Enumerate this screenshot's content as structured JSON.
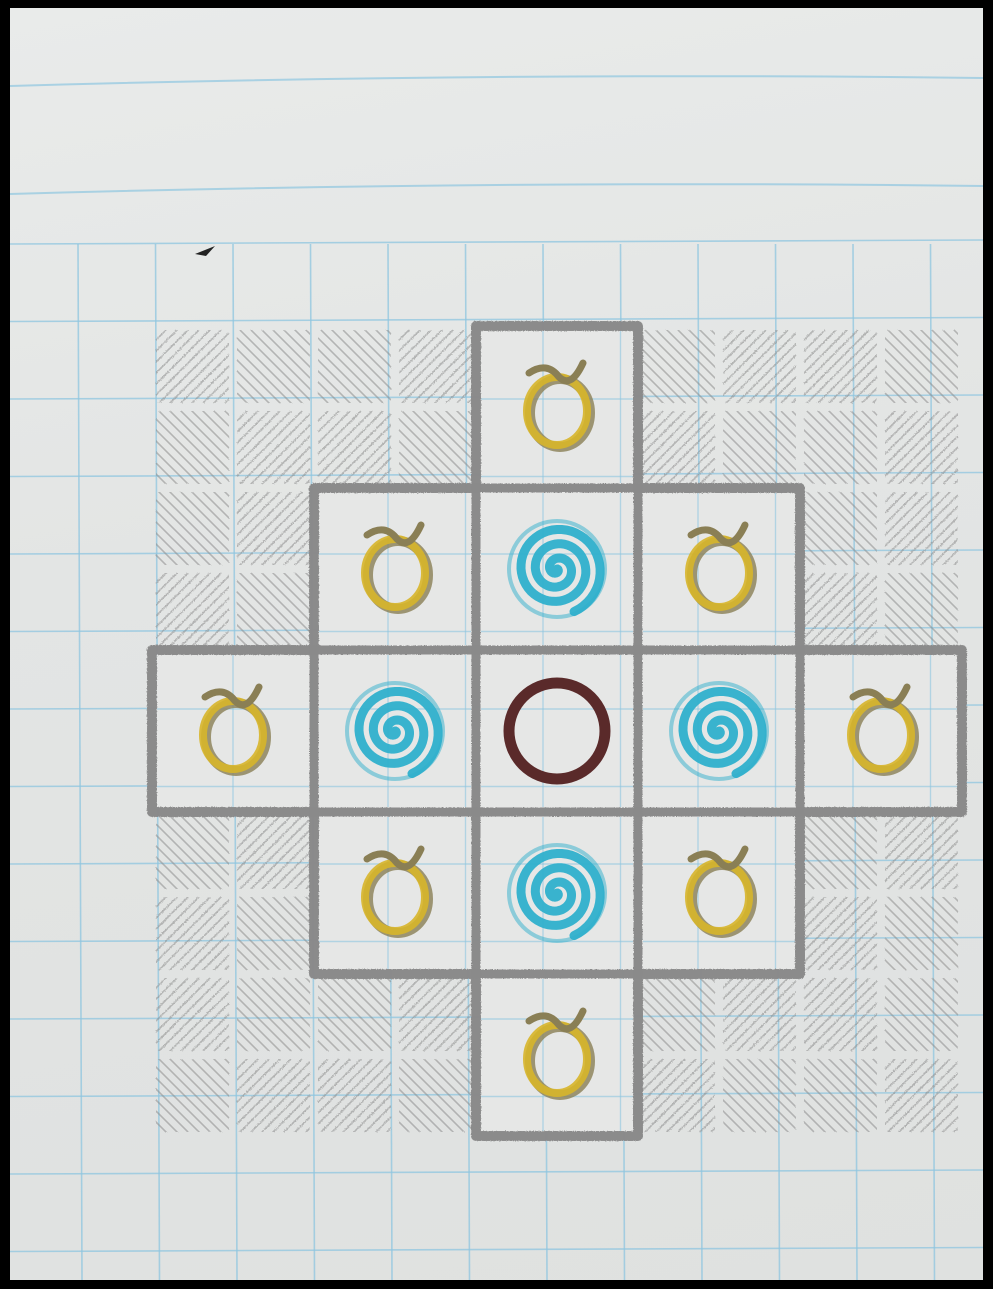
{
  "board": {
    "description_hidden": true,
    "rows": 5,
    "cols": 5,
    "layout": [
      [
        "hatched",
        "hatched",
        "open",
        "hatched",
        "hatched"
      ],
      [
        "hatched",
        "open",
        "open",
        "open",
        "hatched"
      ],
      [
        "open",
        "open",
        "open",
        "open",
        "open"
      ],
      [
        "hatched",
        "open",
        "open",
        "open",
        "hatched"
      ],
      [
        "hatched",
        "hatched",
        "open",
        "hatched",
        "hatched"
      ]
    ],
    "pieces": [
      {
        "type": "taurus",
        "row": 0,
        "col": 2
      },
      {
        "type": "taurus",
        "row": 1,
        "col": 1
      },
      {
        "type": "spiral",
        "row": 1,
        "col": 2
      },
      {
        "type": "taurus",
        "row": 1,
        "col": 3
      },
      {
        "type": "taurus",
        "row": 2,
        "col": 0
      },
      {
        "type": "spiral",
        "row": 2,
        "col": 1
      },
      {
        "type": "ring",
        "row": 2,
        "col": 2
      },
      {
        "type": "spiral",
        "row": 2,
        "col": 3
      },
      {
        "type": "taurus",
        "row": 2,
        "col": 4
      },
      {
        "type": "taurus",
        "row": 3,
        "col": 1
      },
      {
        "type": "spiral",
        "row": 3,
        "col": 2
      },
      {
        "type": "taurus",
        "row": 3,
        "col": 3
      },
      {
        "type": "taurus",
        "row": 4,
        "col": 2
      }
    ]
  },
  "colors": {
    "paper": "#e3e5e4",
    "grid": "#8fc6e0",
    "pencil": "#8a8a8a",
    "taurus_ring": "#d7b52a",
    "taurus_shadow": "#8a7f55",
    "spiral": "#2fb0cc",
    "ring": "#5a2a2a"
  },
  "icons": {
    "taurus": "taurus-symbol-icon",
    "spiral": "spiral-icon",
    "ring": "ring-icon"
  }
}
